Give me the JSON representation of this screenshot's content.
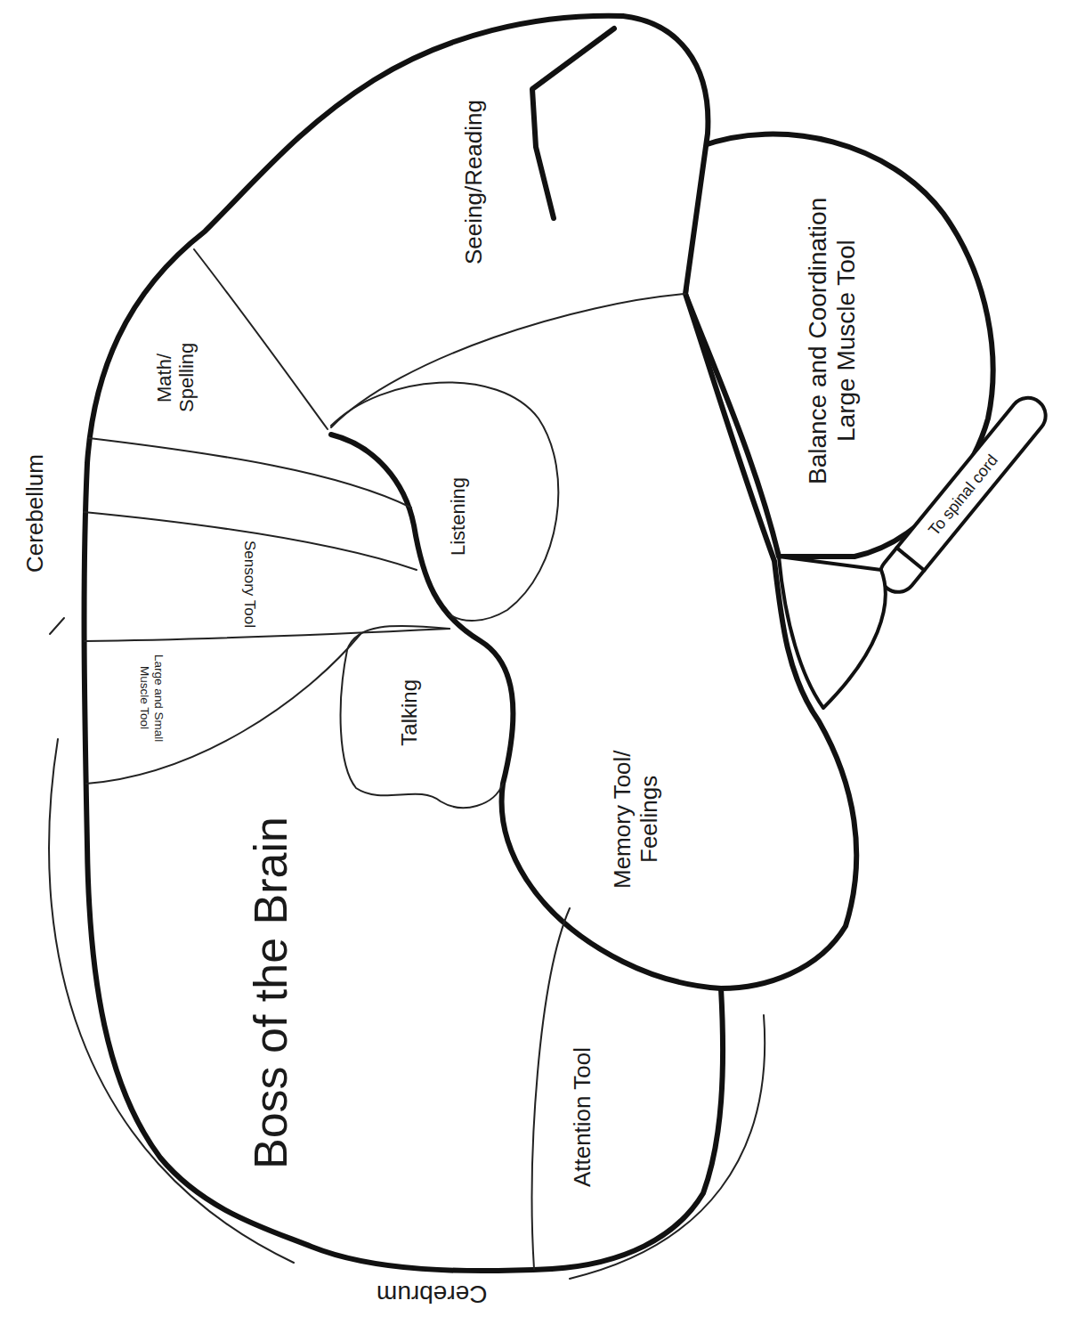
{
  "diagram": {
    "nodes": [
      {
        "text": [
          "Seeing/Reading"
        ]
      },
      {
        "text": [
          "Balance and Coordination Large Muscle Tool"
        ]
      },
      {
        "text": [
          "Math/ Spelling"
        ]
      },
      {
        "text": [
          "Listening"
        ]
      },
      {
        "text": [
          "Sensory Tool"
        ]
      },
      {
        "text": [
          "Large and Small Muscle Tool"
        ]
      },
      {
        "text": [
          "Talking"
        ]
      },
      {
        "text": [
          "Memory Tool/ Feelings"
        ]
      },
      {
        "text": [
          "Boss of the Brain"
        ]
      },
      {
        "text": [
          "Attention Tool"
        ]
      },
      {
        "text": [
          "To spinal cord"
        ]
      }
    ],
    "labels": [
      "Cerebellum",
      "Cerebrum"
    ]
  }
}
